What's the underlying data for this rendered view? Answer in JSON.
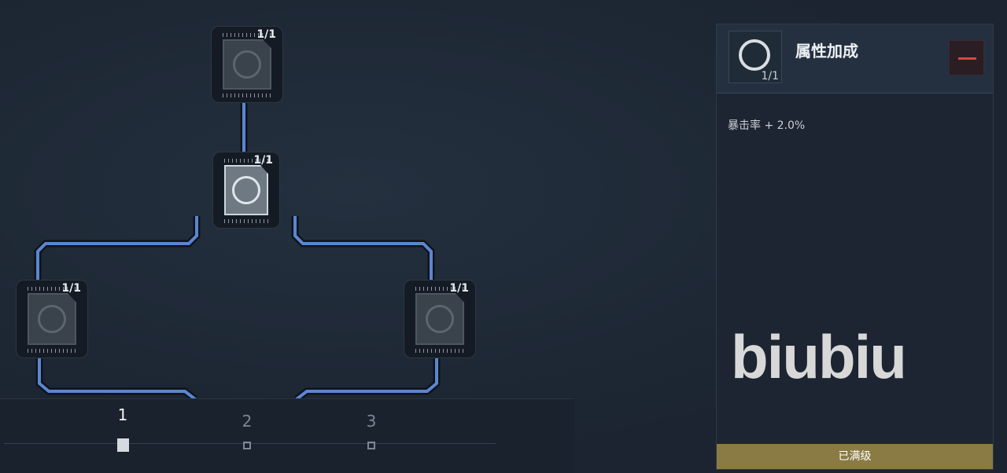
{
  "nodes": [
    {
      "id": "top",
      "count": "1/1",
      "active": false
    },
    {
      "id": "center",
      "count": "1/1",
      "active": true
    },
    {
      "id": "left",
      "count": "1/1",
      "active": false
    },
    {
      "id": "right",
      "count": "1/1",
      "active": false
    }
  ],
  "panel": {
    "title": "属性加成",
    "icon_count": "1/1",
    "stat": "暴击率 + 2.0%",
    "watermark": "biubiu",
    "max_label": "已满级",
    "minus_icon": "minus-icon"
  },
  "tabs": [
    {
      "label": "1",
      "selected": true
    },
    {
      "label": "2",
      "selected": false
    },
    {
      "label": "3",
      "selected": false
    }
  ],
  "colors": {
    "line": "#5b86d0",
    "max_bar": "#8a7b44",
    "minus": "#e0433f"
  }
}
